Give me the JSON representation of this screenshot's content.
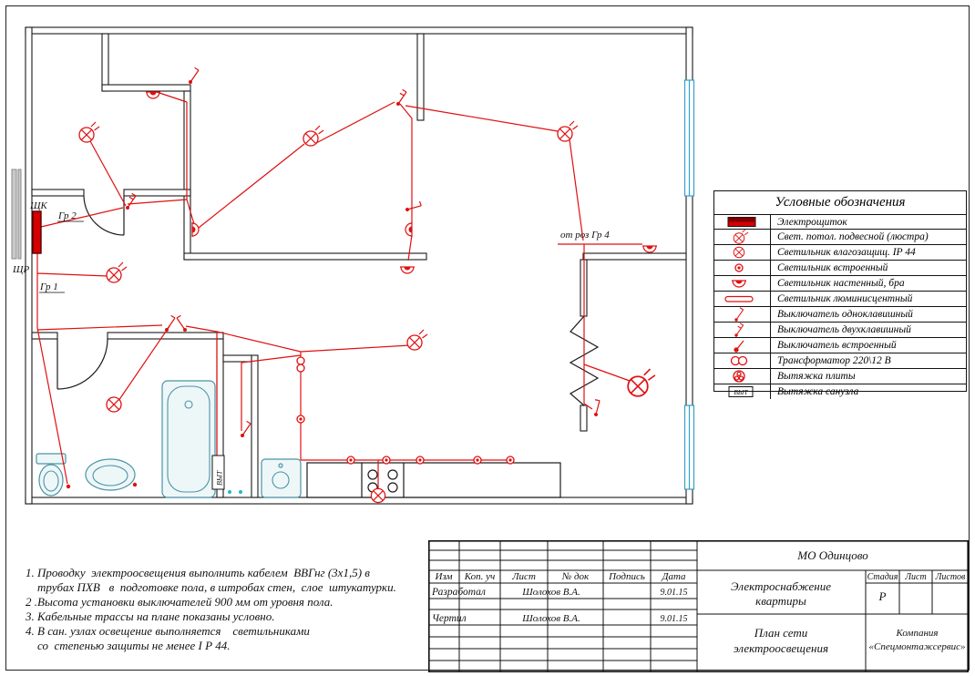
{
  "colors": {
    "wiring": "#e01010",
    "walls": "#1a1a1a",
    "fixtures": "#4b93a5",
    "windows": "#35a0c8",
    "panel": "#d40000"
  },
  "plan": {
    "labels": {
      "schk": "ЩК",
      "schr": "ЩР",
      "gr2": "Гр 2",
      "gr1": "Гр 1",
      "ot_roz_gr4": "от роз Гр 4",
      "vyt": "ВЫТ"
    }
  },
  "legend": {
    "title": "Условные  обозначения",
    "vyt_text": "ВЫТ",
    "items": [
      {
        "icon": "panel-icon",
        "label": "Электрощиток"
      },
      {
        "icon": "chandelier-icon",
        "label": "Свет. потол. подвесной (люстра)"
      },
      {
        "icon": "damp-proof-light-icon",
        "label": "Светильник  влагозащищ.  IP 44"
      },
      {
        "icon": "recessed-light-icon",
        "label": "Светильник  встроенный"
      },
      {
        "icon": "wall-sconce-icon",
        "label": "Светильник  настенный, бра"
      },
      {
        "icon": "fluorescent-light-icon",
        "label": "Светильник люминисцентный"
      },
      {
        "icon": "switch-1key-icon",
        "label": "Выключатель  одноклавишный"
      },
      {
        "icon": "switch-2key-icon",
        "label": "Выключатель  двухклавишный"
      },
      {
        "icon": "switch-recessed-icon",
        "label": "Выключатель  встроенный"
      },
      {
        "icon": "transformer-icon",
        "label": "Трансформатор  220\\12 В"
      },
      {
        "icon": "stove-hood-icon",
        "label": "Вытяжка плиты"
      },
      {
        "icon": "bathroom-vent-icon",
        "label": "Вытяжка санузла"
      }
    ]
  },
  "notes": {
    "lines": [
      "1. Проводку  электроосвещения выполнить кабелем  ВВГнг (3х1,5) в",
      "    трубах ПХВ   в  подготовке пола, в штробах стен,  слое  штукатурки.",
      "2 .Высота установки выключателей 900 мм от уровня пола.",
      "3. Кабельные трассы на плане показаны условно.",
      "4. В сан. узлах освещение выполняется    светильниками",
      "    со  степенью защиты не менее I Р 44."
    ]
  },
  "titleblock": {
    "region": "МО  Одинцово",
    "columns": [
      "Изм",
      "Коп. уч",
      "Лист",
      "№ док",
      "Подпись",
      "Дата"
    ],
    "row1_role": "Разработал",
    "row1_name": "Шолохов В.А.",
    "row1_date": "9.01.15",
    "row2_role": "Чертил",
    "row2_name": "Шолохов В.А.",
    "row2_date": "9.01.15",
    "project_line1": "Электроснабжение",
    "project_line2": "квартиры",
    "stage_label": "Стадия",
    "sheet_label": "Лист",
    "sheets_label": "Листов",
    "stage_value": "Р",
    "title_line1": "План  сети",
    "title_line2": "электроосвещения",
    "company_line1": "Компания",
    "company_line2": "«Спецмонтажсервис»"
  }
}
